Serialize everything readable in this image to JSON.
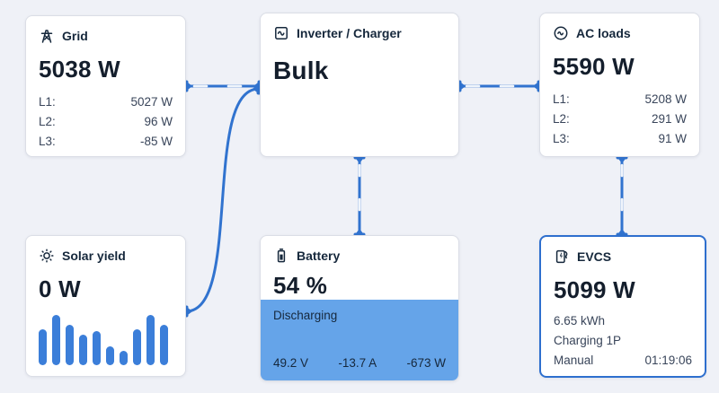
{
  "colors": {
    "background": "#eff1f7",
    "card_background": "#ffffff",
    "card_border": "#dbdee6",
    "accent_blue": "#3173cf",
    "battery_section_fill": "#65a4e9",
    "heading_text": "#16283c",
    "detail_text": "#39455a",
    "evcs_border": "#2e6fce"
  },
  "cards": {
    "grid": {
      "title": "Grid",
      "icon": "pylon-icon",
      "value": "5038 W",
      "rows": [
        {
          "label": "L1:",
          "value": "5027 W"
        },
        {
          "label": "L2:",
          "value": "96 W"
        },
        {
          "label": "L3:",
          "value": "-85 W"
        }
      ]
    },
    "inverter": {
      "title": "Inverter / Charger",
      "icon": "inverter-icon",
      "value": "Bulk"
    },
    "ac_loads": {
      "title": "AC loads",
      "icon": "ac-waveform-icon",
      "value": "5590 W",
      "rows": [
        {
          "label": "L1:",
          "value": "5208 W"
        },
        {
          "label": "L2:",
          "value": "291 W"
        },
        {
          "label": "L3:",
          "value": "91 W"
        }
      ]
    },
    "solar": {
      "title": "Solar yield",
      "icon": "sun-icon",
      "value": "0 W",
      "chart": {
        "type": "bar",
        "values_percent": [
          72,
          100,
          80,
          60,
          68,
          38,
          28,
          72,
          100,
          80
        ]
      }
    },
    "battery": {
      "title": "Battery",
      "icon": "battery-icon",
      "value": "54 %",
      "state": "Discharging",
      "voltage": "49.2 V",
      "current": "-13.7 A",
      "power": "-673 W"
    },
    "evcs": {
      "title": "EVCS",
      "icon": "ev-charger-icon",
      "value": "5099 W",
      "energy": "6.65 kWh",
      "status": "Charging 1P",
      "mode": "Manual",
      "session_time": "01:19:06"
    }
  },
  "connections": [
    {
      "from": "grid",
      "to": "inverter",
      "flow": true
    },
    {
      "from": "inverter",
      "to": "ac_loads",
      "flow": true
    },
    {
      "from": "inverter",
      "to": "battery",
      "flow": true
    },
    {
      "from": "ac_loads",
      "to": "evcs",
      "flow": true
    },
    {
      "from": "solar",
      "to": "inverter",
      "flow": false
    }
  ]
}
